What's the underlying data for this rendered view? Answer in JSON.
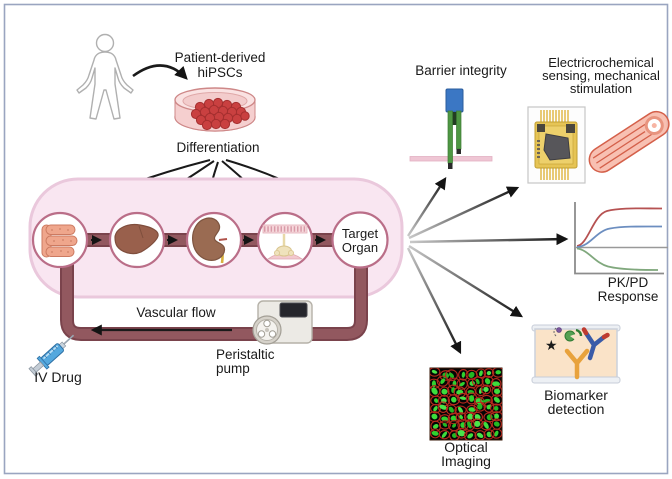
{
  "source_panel": {
    "patient_line1": "Patient-derived",
    "patient_line2": "hiPSCs",
    "differentiation": "Differentiation"
  },
  "chip_panel": {
    "organ_chain": [
      "intestine",
      "liver",
      "kidney",
      "alveolus",
      "target-organ"
    ],
    "target_line1": "Target",
    "target_line2": "Organ",
    "vascular_flow": "Vascular flow",
    "pump_line1": "Peristaltic",
    "pump_line2": "pump",
    "iv_drug": "IV Drug"
  },
  "readouts": {
    "barrier": {
      "label": "Barrier integrity"
    },
    "electro": {
      "line1": "Electricrochemical",
      "line2": "sensing, mechanical",
      "line3": "stimulation"
    },
    "pkpd": {
      "line1": "PK/PD",
      "line2": "Response"
    },
    "biomarker": {
      "line1": "Biomarker",
      "line2": "detection"
    },
    "optical": {
      "line1": "Optical",
      "line2": "Imaging"
    }
  },
  "colors": {
    "frame_border": "#9aa5c0",
    "chip_fill": "#f9e6f1",
    "chip_border": "#eac8dc",
    "tube_dark": "#7a434c",
    "tube_light": "#92585f",
    "circle_border": "#ba6e88",
    "membrane_pink": "#efc6d4",
    "probe_blue": "#3b77c4",
    "probe_green": "#4e9743",
    "pkpd_red": "#b65252",
    "pkpd_blue": "#6c8ec0",
    "pkpd_green": "#80a87d",
    "biomarker_dish": "#fae3c8",
    "antibody_orange": "#e8a23c",
    "antibody_blue": "#3a5ba8",
    "optical_green": "#2fd12f",
    "optical_red": "#b5291e",
    "syringe_blue": "#54a8de"
  }
}
